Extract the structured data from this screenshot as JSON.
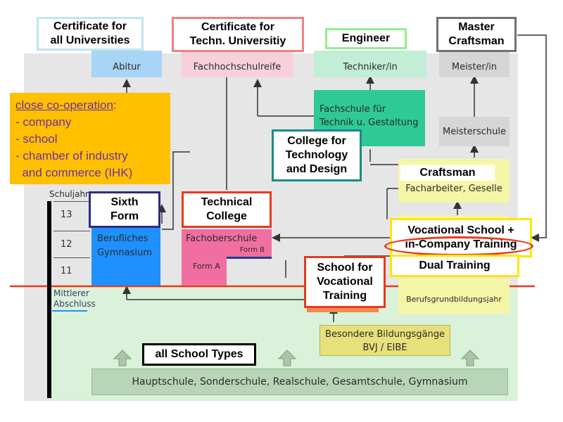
{
  "callouts": {
    "cert_all_universities": "Certificate for\nall Universities",
    "cert_techn_university": "Certificate for\nTechn. Universitiy",
    "engineer": "Engineer",
    "master_craftsman": "Master\nCraftsman",
    "college_tech_design": "College for\nTechnology\nand Design",
    "craftsman": "Craftsman",
    "sixth_form": "Sixth\nForm",
    "technical_college": "Technical\nCollege",
    "vocational_school_training": "Vocational School +\nin-Company Training",
    "school_vocational_training": "School for\nVocational\nTraining",
    "dual_training": "Dual Training",
    "all_school_types": "all School Types"
  },
  "cooperation": {
    "heading": "close co-operation",
    "colon": ":",
    "items": [
      "- company",
      "- school",
      "- chamber of industry",
      "  and commerce (IHK)"
    ]
  },
  "boxes": {
    "abitur": "Abitur",
    "fachhochschulreife": "Fachhochschulreife",
    "techniker": "Techniker/in",
    "meister": "Meister/in",
    "fachschule": "Fachschule  für\nTechnik u. Gestaltung",
    "meisterschule": "Meisterschule",
    "facharbeiter": "Facharbeiter, Geselle",
    "berufliches_gymnasium": "Berufliches\nGymnasium",
    "fachoberschule": "Fachoberschule",
    "form_b": "Form B",
    "form_a": "Form A",
    "berufsgrundbildungsjahr": "Berufsgrundbildungsjahr",
    "besondere": "Besondere Bildungsgänge\nBVJ / EIBE",
    "school_types_bar": "Hauptschule, Sonderschule, Realschule, Gesamtschule, Gymnasium"
  },
  "scale": {
    "label": "Schuljahr",
    "years": [
      "13",
      "12",
      "11"
    ],
    "mittlerer": "Mittlerer\nAbschluss"
  },
  "colors": {
    "bg_gray": "#e6e6e6",
    "green_area": "#d9f2d9",
    "blue": "#1e90ff",
    "pink": "#f06ea0",
    "teal": "#2ec995",
    "yellow_box": "#f5f5a8",
    "cooperation_bg": "#ffc000",
    "cooperation_text": "#7030a0",
    "red_line": "#e8391c"
  }
}
